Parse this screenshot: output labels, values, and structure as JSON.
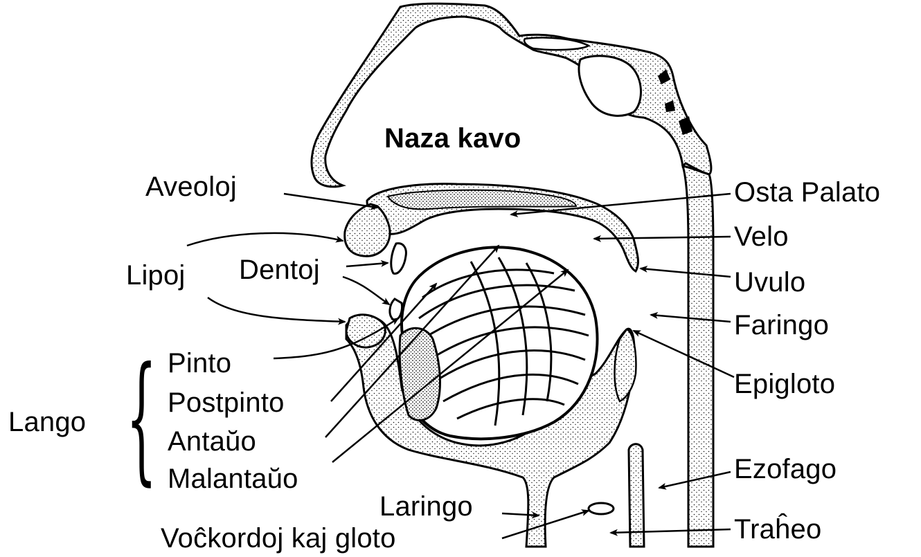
{
  "labels": {
    "naza_kavo": "Naza kavo",
    "aveoloj": "Aveoloj",
    "lipoj": "Lipoj",
    "dentoj": "Dentoj",
    "pinto": "Pinto",
    "postpinto": "Postpinto",
    "antauo": "Antaŭo",
    "malantauo": "Malantaŭo",
    "lango": "Lango",
    "laringo": "Laringo",
    "vockordoj": "Voĉkordoj kaj gloto",
    "osta_palato": "Osta Palato",
    "velo": "Velo",
    "uvulo": "Uvulo",
    "faringo": "Faringo",
    "epigloto": "Epigloto",
    "ezofago": "Ezofago",
    "traheo": "Traĥeo"
  },
  "colors": {
    "ink": "#000000",
    "paper": "#ffffff",
    "stipple": "#111111"
  }
}
